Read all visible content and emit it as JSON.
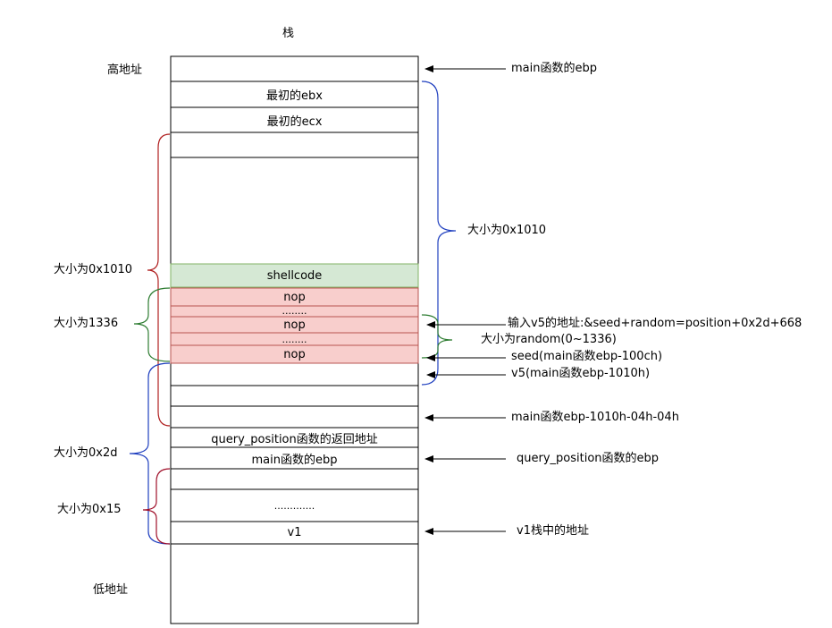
{
  "title": "栈",
  "high_address": "高地址",
  "low_address": "低地址",
  "cells": {
    "ebx": "最初的ebx",
    "ecx": "最初的ecx",
    "shellcode": "shellcode",
    "nop1": "nop",
    "dots1": "........",
    "nop2": "nop",
    "dots2": "........",
    "nop3": "nop",
    "ret_addr": "query_position函数的返回地址",
    "main_ebp": "main函数的ebp",
    "dots3": ".............",
    "v1": "v1"
  },
  "right_labels": {
    "main_ebp": "main函数的ebp",
    "input_v5": "输入v5的地址:&seed+random=position+0x2d+668",
    "size_random": "大小为random(0~1336)",
    "seed": "seed(main函数ebp-100ch)",
    "v5": "v5(main函数ebp-1010h)",
    "main_ebp_minus": "main函数ebp-1010h-04h-04h",
    "qp_ebp": "query_position函数的ebp",
    "v1_addr": "v1栈中的地址",
    "size_0x1010": "大小为0x1010"
  },
  "left_labels": {
    "size_0x1010": "大小为0x1010",
    "size_1336": "大小为1336",
    "size_0x2d": "大小为0x2d",
    "size_0x15": "大小为0x15"
  },
  "colors": {
    "shellcode_fill": "#d5e8d4",
    "shellcode_stroke": "#82b366",
    "nop_fill": "#f8cecc",
    "nop_stroke": "#b85450",
    "brace_blue": "#1f3fbf",
    "brace_red": "#b02020",
    "brace_green": "#2e7d32",
    "brace_darkred": "#a0102a"
  }
}
